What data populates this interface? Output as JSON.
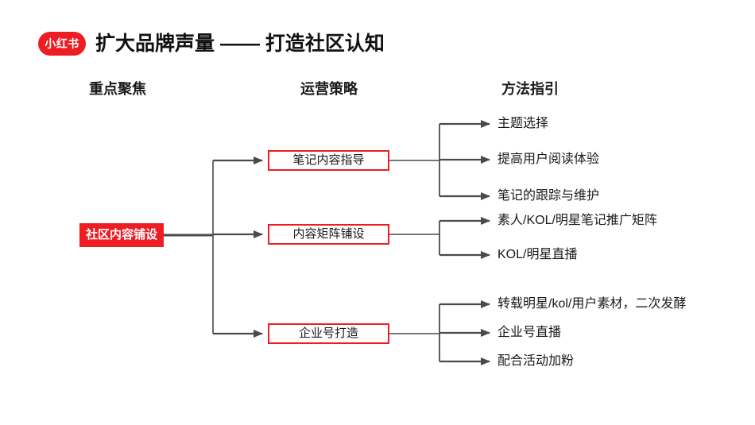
{
  "header": {
    "logo_text": "小红书",
    "title": "扩大品牌声量 —— 打造社区认知"
  },
  "columns": {
    "focus": "重点聚焦",
    "strategy": "运营策略",
    "method": "方法指引"
  },
  "root": {
    "label": "社区内容铺设"
  },
  "strategies": [
    {
      "label": "笔记内容指导",
      "methods": [
        "主题选择",
        "提高用户阅读体验",
        "笔记的跟踪与维护"
      ]
    },
    {
      "label": "内容矩阵铺设",
      "methods": [
        "素人/KOL/明星笔记推广矩阵",
        "KOL/明星直播"
      ]
    },
    {
      "label": "企业号打造",
      "methods": [
        "转载明星/kol/用户素材，二次发酵",
        "企业号直播",
        "配合活动加粉"
      ]
    }
  ],
  "colors": {
    "brand_red": "#ee1c23",
    "line_gray": "#4a4a4a",
    "text_dark": "#1a1a1a"
  }
}
